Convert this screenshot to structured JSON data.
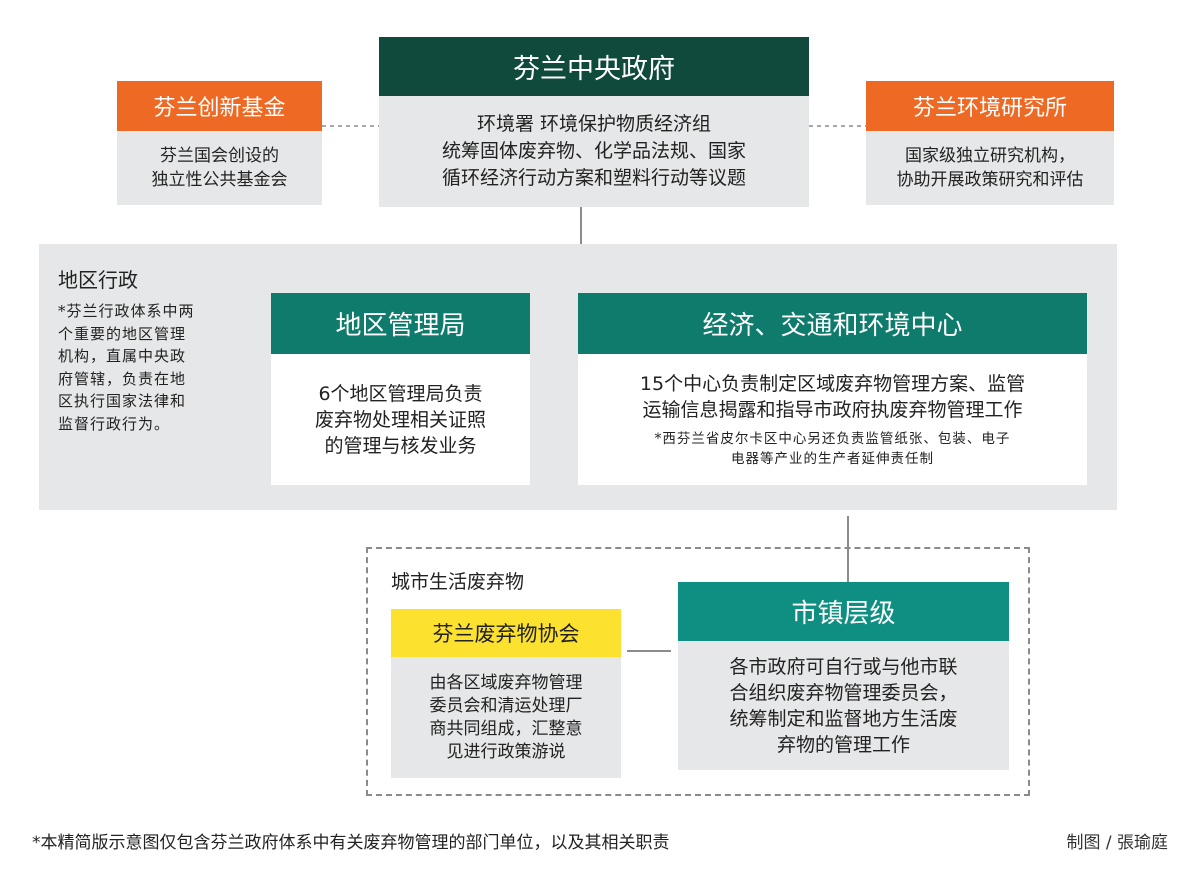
{
  "central": {
    "title": "芬兰中央政府",
    "line1": "环境署 环境保护物质经济组",
    "line2": "统筹固体废弃物、化学品法规、国家",
    "line3": "循环经济行动方案和塑料行动等议题"
  },
  "fund": {
    "title": "芬兰创新基金",
    "line1": "芬兰国会创设的",
    "line2": "独立性公共基金会"
  },
  "institute": {
    "title": "芬兰环境研究所",
    "line1": "国家级独立研究机构，",
    "line2": "协助开展政策研究和评估"
  },
  "region": {
    "title": "地区行政",
    "note": [
      "*芬兰行政体系中两",
      "个重要的地区管理",
      "机构，直属中央政",
      "府管辖，负责在地",
      "区执行国家法律和",
      "监督行政行为。"
    ]
  },
  "ely": {
    "title": "地区管理局",
    "line1": "6个地区管理局负责",
    "line2": "废弃物处理相关证照",
    "line3": "的管理与核发业务"
  },
  "centres": {
    "title": "经济、交通和环境中心",
    "line1": "15个中心负责制定区域废弃物管理方案、监管",
    "line2": "运输信息揭露和指导市政府执废弃物管理工作",
    "note1": "*西芬兰省皮尔卡区中心另还负责监管纸张、包装、电子",
    "note2": "电器等产业的生产者延伸责任制"
  },
  "municipal": {
    "title": "城市生活废弃物"
  },
  "association": {
    "title": "芬兰废弃物协会",
    "line1": "由各区域废弃物管理",
    "line2": "委员会和清运处理厂",
    "line3": "商共同组成，汇整意",
    "line4": "见进行政策游说"
  },
  "town": {
    "title": "市镇层级",
    "line1": "各市政府可自行或与他市联",
    "line2": "合组织废弃物管理委员会，",
    "line3": "统筹制定和监督地方生活废",
    "line4": "弃物的管理工作"
  },
  "footer": {
    "note": "*本精简版示意图仅包含芬兰政府体系中有关废弃物管理的部门单位，以及其相关职责",
    "credit": "制图 / 張瑜庭"
  },
  "colors": {
    "dark_green": "#0f4a3d",
    "teal": "#0e7b6c",
    "orange": "#ee6a24",
    "yellow": "#fde12f",
    "grey": "#e6e7e8"
  }
}
